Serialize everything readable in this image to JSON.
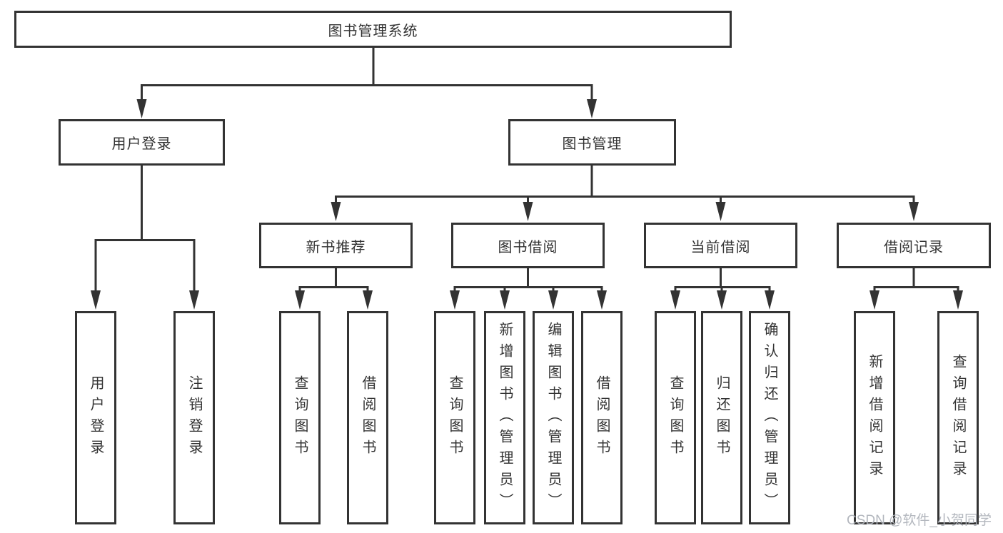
{
  "diagram": {
    "root": {
      "label": "图书管理系统",
      "children": [
        {
          "label": "用户登录",
          "children": [
            {
              "label": "用户登录"
            },
            {
              "label": "注销登录"
            }
          ]
        },
        {
          "label": "图书管理",
          "children": [
            {
              "label": "新书推荐",
              "children": [
                {
                  "label": "查询图书"
                },
                {
                  "label": "借阅图书"
                }
              ]
            },
            {
              "label": "图书借阅",
              "children": [
                {
                  "label": "查询图书"
                },
                {
                  "label": "新增图书（管理员）"
                },
                {
                  "label": "编辑图书（管理员）"
                },
                {
                  "label": "借阅图书"
                }
              ]
            },
            {
              "label": "当前借阅",
              "children": [
                {
                  "label": "查询图书"
                },
                {
                  "label": "归还图书"
                },
                {
                  "label": "确认归还（管理员）"
                }
              ]
            },
            {
              "label": "借阅记录",
              "children": [
                {
                  "label": "新增借阅记录"
                },
                {
                  "label": "查询借阅记录"
                }
              ]
            }
          ]
        }
      ]
    }
  },
  "watermark": {
    "text": "CSDN @软件_小贺同学"
  },
  "colors": {
    "line": "#333333",
    "box_border": "#333333",
    "text": "#333333",
    "watermark": "#afb3ba",
    "background": "#ffffff"
  }
}
